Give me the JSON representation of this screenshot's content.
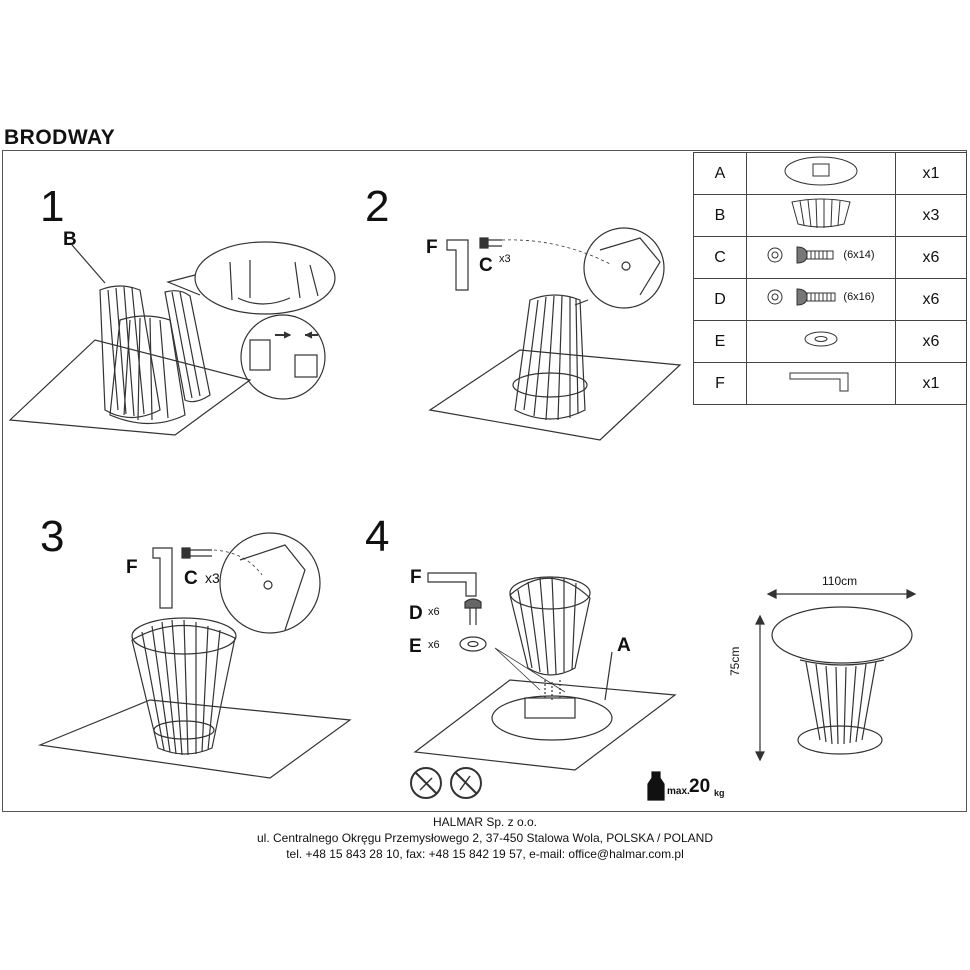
{
  "title": "BRODWAY",
  "steps": {
    "s1": "1",
    "s2": "2",
    "s3": "3",
    "s4": "4"
  },
  "step1": {
    "label_b": "B"
  },
  "step2": {
    "label_f": "F",
    "label_c": "C",
    "qty_c": "x3"
  },
  "step3": {
    "label_f": "F",
    "label_c": "C",
    "qty_c": "x3"
  },
  "step4": {
    "label_f": "F",
    "label_d": "D",
    "qty_d": "x6",
    "label_e": "E",
    "qty_e": "x6",
    "label_a": "A",
    "max_prefix": "max.",
    "max_value": "20",
    "max_unit": "kg"
  },
  "dimensions": {
    "width": "110cm",
    "height": "75cm"
  },
  "parts": [
    {
      "letter": "A",
      "size": "",
      "qty": "x1"
    },
    {
      "letter": "B",
      "size": "",
      "qty": "x3"
    },
    {
      "letter": "C",
      "size": "(6x14)",
      "qty": "x6"
    },
    {
      "letter": "D",
      "size": "(6x16)",
      "qty": "x6"
    },
    {
      "letter": "E",
      "size": "",
      "qty": "x6"
    },
    {
      "letter": "F",
      "size": "",
      "qty": "x1"
    }
  ],
  "footer": {
    "company": "HALMAR Sp. z o.o.",
    "address": "ul. Centralnego Okręgu Przemysłowego 2, 37-450 Stalowa Wola, POLSKA / POLAND",
    "contact": "tel. +48 15 843 28 10, fax: +48 15 842 19 57, e-mail: office@halmar.com.pl"
  },
  "icons": [
    "cage-leg-illustration",
    "allen-key-icon",
    "bolt-icon",
    "washer-icon",
    "round-top-icon",
    "no-climb-icon",
    "weight-icon"
  ]
}
